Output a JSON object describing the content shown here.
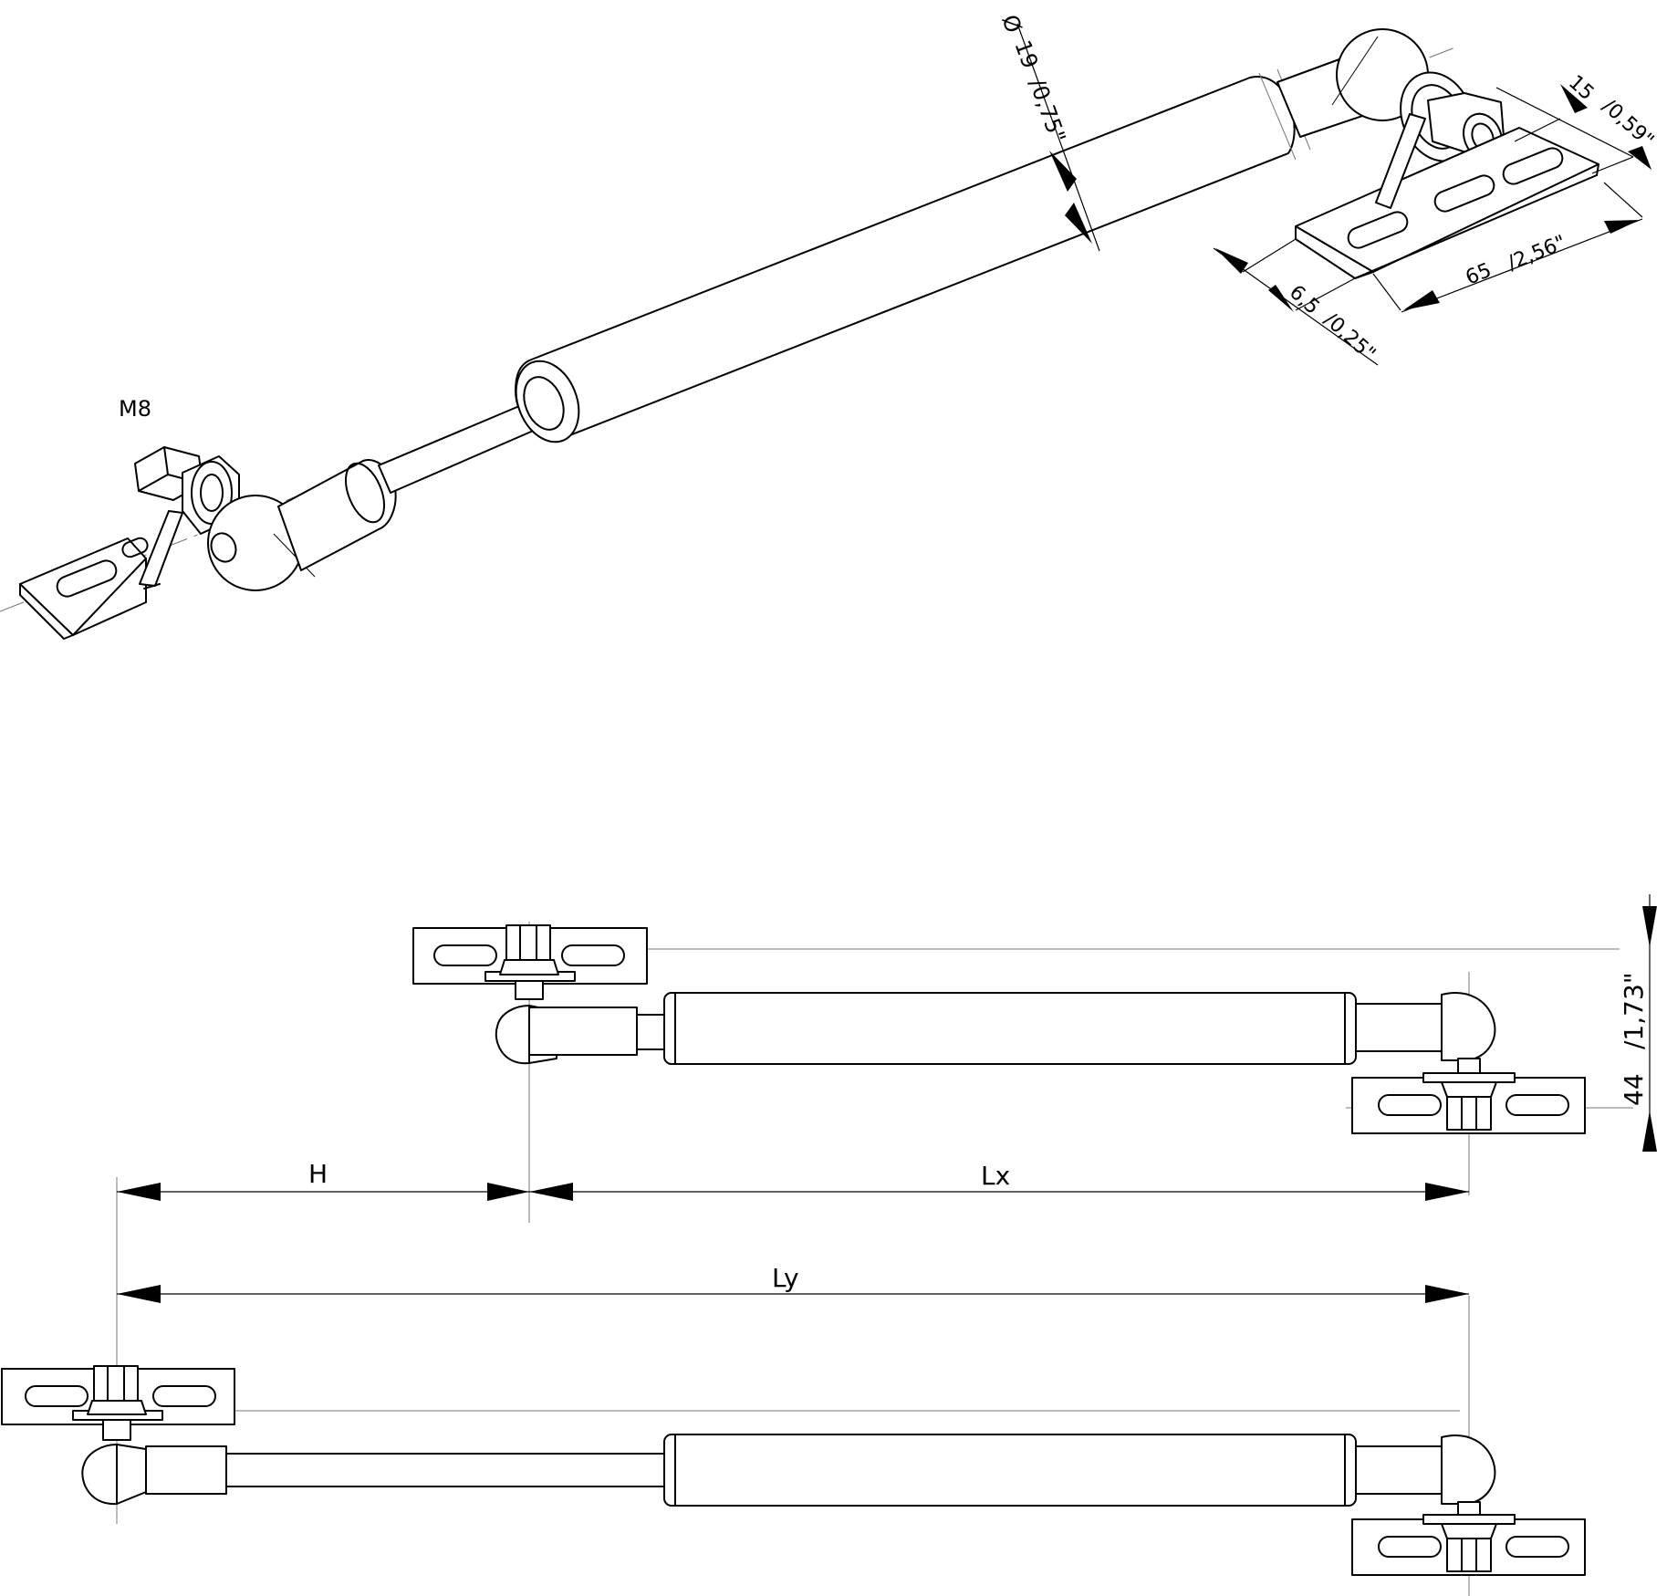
{
  "labels": {
    "thread": "M8",
    "diameter_symbol": "Ø",
    "diameter_mm": "19",
    "diameter_in": "/0,75\"",
    "bracket_width_mm": "15",
    "bracket_width_in": "/0,59\"",
    "bracket_length_mm": "65",
    "bracket_length_in": "/2,56\"",
    "bracket_thickness_mm": "6,5",
    "bracket_thickness_in": "/0,25\"",
    "offset_mm": "44",
    "offset_in": "/1,73\"",
    "stroke": "H",
    "length_compressed": "Lx",
    "length_extended": "Ly"
  }
}
